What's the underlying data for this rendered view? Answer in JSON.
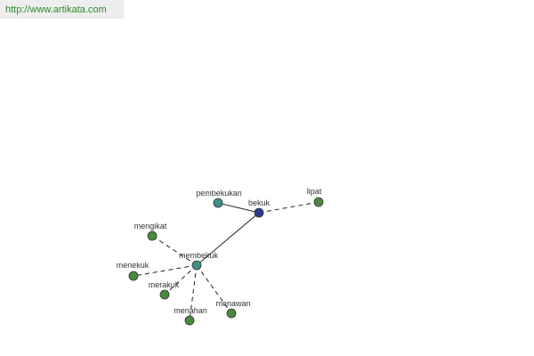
{
  "source_url": "http://www.artikata.com",
  "colors": {
    "root": "#2c3e8f",
    "derived": "#3f8f86",
    "related": "#4a8a3e",
    "node_stroke": "#333333"
  },
  "graph": {
    "nodes": [
      {
        "id": "bekuk",
        "label": "bekuk",
        "kind": "root"
      },
      {
        "id": "pembekukan",
        "label": "pembekukan",
        "kind": "derived"
      },
      {
        "id": "lipat",
        "label": "lipat",
        "kind": "related"
      },
      {
        "id": "membekuk",
        "label": "membekuk",
        "kind": "derived"
      },
      {
        "id": "mengikat",
        "label": "mengikat",
        "kind": "related"
      },
      {
        "id": "menekuk",
        "label": "menekuk",
        "kind": "related"
      },
      {
        "id": "merakuk",
        "label": "merakuk",
        "kind": "related"
      },
      {
        "id": "menahan",
        "label": "menahan",
        "kind": "related"
      },
      {
        "id": "menawan",
        "label": "menawan",
        "kind": "related"
      }
    ],
    "edges": [
      {
        "from": "bekuk",
        "to": "pembekukan",
        "style": "solid"
      },
      {
        "from": "bekuk",
        "to": "membekuk",
        "style": "solid"
      },
      {
        "from": "bekuk",
        "to": "lipat",
        "style": "dashed"
      },
      {
        "from": "membekuk",
        "to": "mengikat",
        "style": "dashed"
      },
      {
        "from": "membekuk",
        "to": "menekuk",
        "style": "dashed"
      },
      {
        "from": "membekuk",
        "to": "merakuk",
        "style": "dashed"
      },
      {
        "from": "membekuk",
        "to": "menahan",
        "style": "dashed"
      },
      {
        "from": "membekuk",
        "to": "menawan",
        "style": "dashed"
      }
    ]
  }
}
